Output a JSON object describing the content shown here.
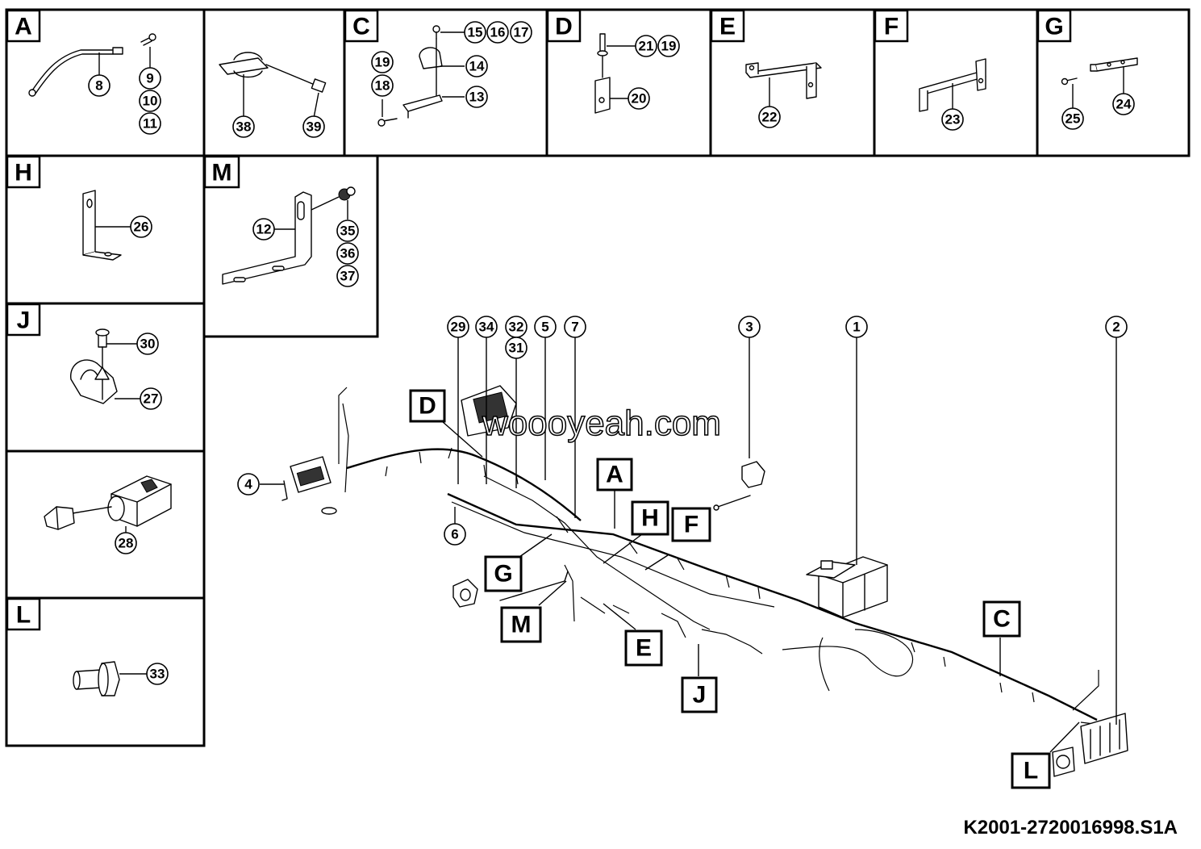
{
  "panels": [
    {
      "tag": "A",
      "callouts": [
        "8",
        "9",
        "10",
        "11"
      ]
    },
    {
      "tag": "",
      "callouts": [
        "38",
        "39"
      ]
    },
    {
      "tag": "C",
      "callouts": [
        "15",
        "16",
        "17",
        "14",
        "13",
        "19",
        "18"
      ]
    },
    {
      "tag": "D",
      "callouts": [
        "21",
        "19",
        "20"
      ]
    },
    {
      "tag": "E",
      "callouts": [
        "22"
      ]
    },
    {
      "tag": "F",
      "callouts": [
        "23"
      ]
    },
    {
      "tag": "G",
      "callouts": [
        "25",
        "24"
      ]
    },
    {
      "tag": "H",
      "callouts": [
        "26"
      ]
    },
    {
      "tag": "M",
      "callouts": [
        "12",
        "35",
        "36",
        "37"
      ]
    },
    {
      "tag": "J",
      "callouts": [
        "30",
        "27"
      ]
    },
    {
      "tag": "",
      "callouts": [
        "28"
      ]
    },
    {
      "tag": "L",
      "callouts": [
        "33"
      ]
    }
  ],
  "main_callouts": [
    "29",
    "34",
    "32",
    "31",
    "5",
    "7",
    "3",
    "1",
    "2",
    "4",
    "6"
  ],
  "detail_labels": [
    "D",
    "A",
    "H",
    "F",
    "G",
    "M",
    "E",
    "J",
    "C",
    "L"
  ],
  "watermark": "woooyeah.com",
  "drawing_id": "K2001-2720016998.S1A"
}
